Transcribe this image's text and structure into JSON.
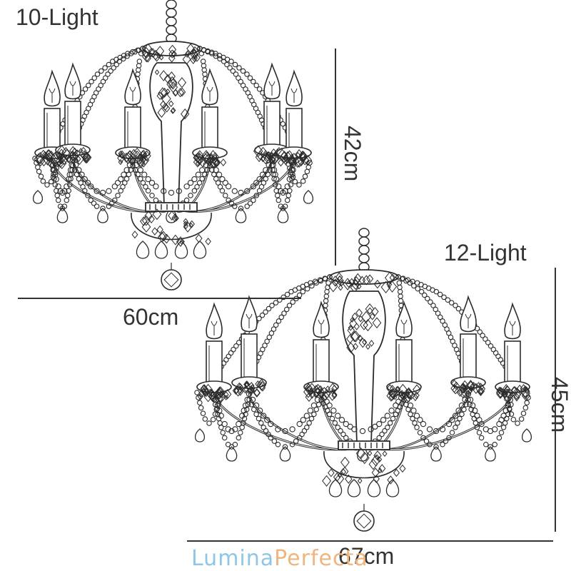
{
  "products": [
    {
      "name": "10-Light",
      "height": "42cm",
      "width": "60cm",
      "candles": 6
    },
    {
      "name": "12-Light",
      "height": "45cm",
      "width": "67cm",
      "candles": 6
    }
  ],
  "watermark": {
    "part1": "Lumina",
    "part2": "Perfecta"
  },
  "colors": {
    "line": "#2b2b2b",
    "text": "#333333",
    "watermark_blue": "#8fc6e6",
    "watermark_orange": "#f0b57f"
  }
}
